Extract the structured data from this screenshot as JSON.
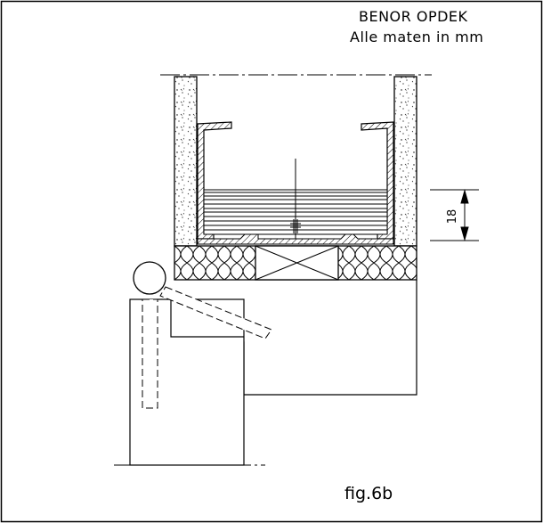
{
  "header": {
    "line1": "BENOR OPDEK",
    "line2": "Alle maten in mm"
  },
  "dimension": {
    "value": "18"
  },
  "caption": "fig.6b",
  "colors": {
    "stroke": "#000000",
    "background": "#ffffff"
  }
}
